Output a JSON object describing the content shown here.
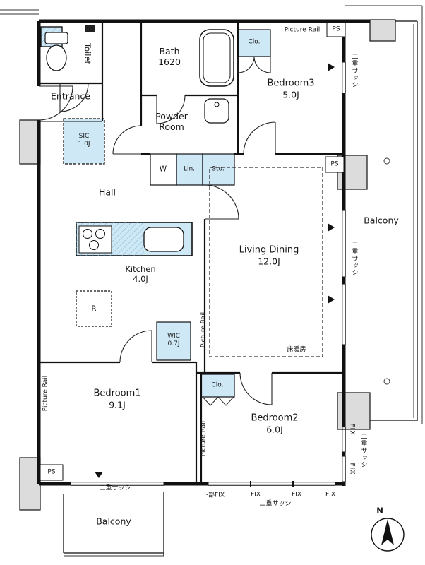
{
  "plan": {
    "rooms": {
      "toilet": {
        "name": "Toilet"
      },
      "entrance": {
        "name": "Entrance"
      },
      "hall": {
        "name": "Hall"
      },
      "bath": {
        "name": "Bath",
        "size": "1620"
      },
      "powder_room": {
        "line1": "Powder",
        "line2": "Room"
      },
      "kitchen": {
        "name": "Kitchen",
        "size": "4.0J"
      },
      "living_dining": {
        "name": "Living Dining",
        "size": "12.0J"
      },
      "bedroom1": {
        "name": "Bedroom1",
        "size": "9.1J"
      },
      "bedroom2": {
        "name": "Bedroom2",
        "size": "6.0J"
      },
      "bedroom3": {
        "name": "Bedroom3",
        "size": "5.0J"
      },
      "balcony": {
        "name": "Balcony"
      }
    },
    "storage": {
      "sic": {
        "name": "SIC",
        "size": "1.0J"
      },
      "wic": {
        "name": "WIC",
        "size": "0.7J"
      },
      "closet": {
        "name": "Clo."
      },
      "linen": {
        "name": "Lin."
      },
      "storage": {
        "name": "Sto."
      }
    },
    "fixtures": {
      "washer": "W",
      "refrigerator": "R"
    },
    "annotations": {
      "picture_rail": "Picture Rail",
      "pipe_space": "PS",
      "double_sash": "二重サッシ",
      "floor_heating": "床暖房",
      "fix_window": "FIX",
      "bottom_fix": "下部FIX",
      "north": "N"
    },
    "colors": {
      "wall": "#1a1a1a",
      "closet_fill": "#cfe8f6",
      "pillar_fill": "#dcdcdc"
    }
  }
}
